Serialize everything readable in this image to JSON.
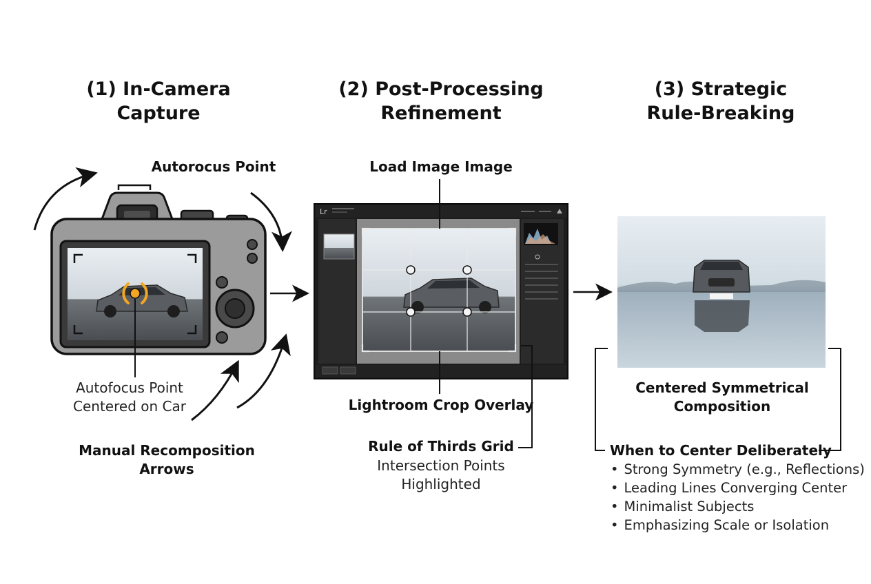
{
  "stages": [
    {
      "title_line1": "(1) In-Camera",
      "title_line2": "Capture"
    },
    {
      "title_line1": "(2) Post-Processing",
      "title_line2": "Refinement"
    },
    {
      "title_line1": "(3) Strategic",
      "title_line2": "Rule-Breaking"
    }
  ],
  "camera": {
    "top_label": "Autorocus Point",
    "focus_label_line1": "Autofocus Point",
    "focus_label_line2": "Centered on Car",
    "arrows_label_line1": "Manual Recomposition",
    "arrows_label_line2": "Arrows"
  },
  "lightroom": {
    "top_label": "Load Image Image",
    "logo": "Lr",
    "overlay_label": "Lightroom Crop Overlay",
    "grid_label": "Rule of Thirds Grid",
    "grid_sub_line1": "Intersection Points",
    "grid_sub_line2": "Highlighted"
  },
  "rule_breaking": {
    "composition_line1": "Centered Symmetrical",
    "composition_line2": "Composition",
    "heading": "When to Center Deliberately",
    "bullets": [
      "Strong Symmetry (e.g., Reflections)",
      "Leading Lines Converging Center",
      "Minimalist Subjects",
      "Emphasizing Scale or Isolation"
    ]
  },
  "colors": {
    "camera_body": "#9b9b9b",
    "focus_accent": "#f2a623",
    "lightroom_bg": "#2b2b2b",
    "ink": "#111111"
  }
}
